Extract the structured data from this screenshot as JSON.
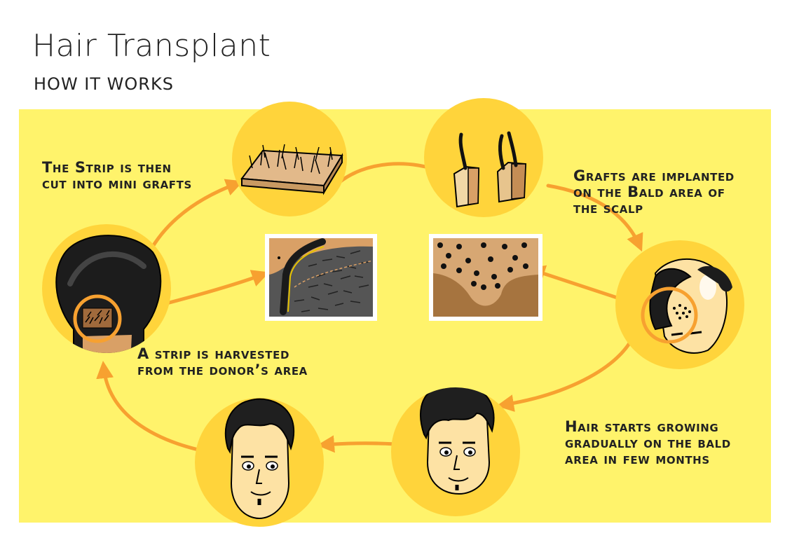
{
  "header": {
    "title": "Hair Transplant",
    "subtitle": "HOW IT WORKS"
  },
  "captions": {
    "strip_cut": "The Strip is then\ncut into mini grafts",
    "grafts_implanted": "Grafts are implanted\non the Bald area of\nthe scalp",
    "strip_harvested": "A strip is harvested\nfrom the donor’s area",
    "hair_grows": "Hair starts growing\ngradually on the bald\narea in few months"
  },
  "colors": {
    "panel": "#fff36b",
    "circle": "#ffd43b",
    "arrow": "#f7a130",
    "ink": "#222222",
    "skin": "#fde2a4",
    "hair": "#1f1f1f"
  }
}
